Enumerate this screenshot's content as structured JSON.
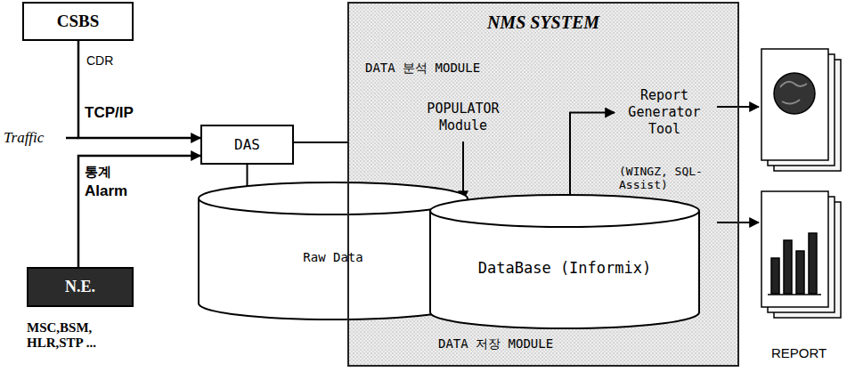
{
  "diagram": {
    "nodes": [
      {
        "text": [
          "CSBS"
        ]
      },
      {
        "text": [
          "DAS"
        ]
      },
      {
        "text": [
          "Raw Data"
        ]
      },
      {
        "text": [
          "N.E."
        ]
      },
      {
        "text": [
          "NMS SYSTEM"
        ]
      },
      {
        "text": [
          "POPULATOR Module"
        ],
        "in": 4
      },
      {
        "text": [
          "Report Generator Tool"
        ],
        "in": 4
      },
      {
        "text": [
          "DataBase (Informix)"
        ],
        "in": 4
      }
    ],
    "edges": [
      {
        "from": 0,
        "to": 1,
        "arrow": "to",
        "label": "CDR"
      },
      {
        "from": 1,
        "to": 2,
        "arrow": "none"
      },
      {
        "from": 3,
        "to": 1,
        "arrow": "to"
      },
      {
        "from": 1,
        "to": 4,
        "arrow": "none"
      },
      {
        "from": 5,
        "to": 7,
        "arrow": "to"
      },
      {
        "from": 7,
        "to": 6,
        "arrow": "to"
      }
    ],
    "labels": [
      "TCP/IP",
      "Traffic",
      "통계",
      "Alarm",
      "MSC,BSM, HLR,STP ...",
      "DATA 분석 MODULE",
      "(WINGZ, SQL-Assist)",
      "DATA 저장 MODULE",
      "REPORT"
    ]
  }
}
